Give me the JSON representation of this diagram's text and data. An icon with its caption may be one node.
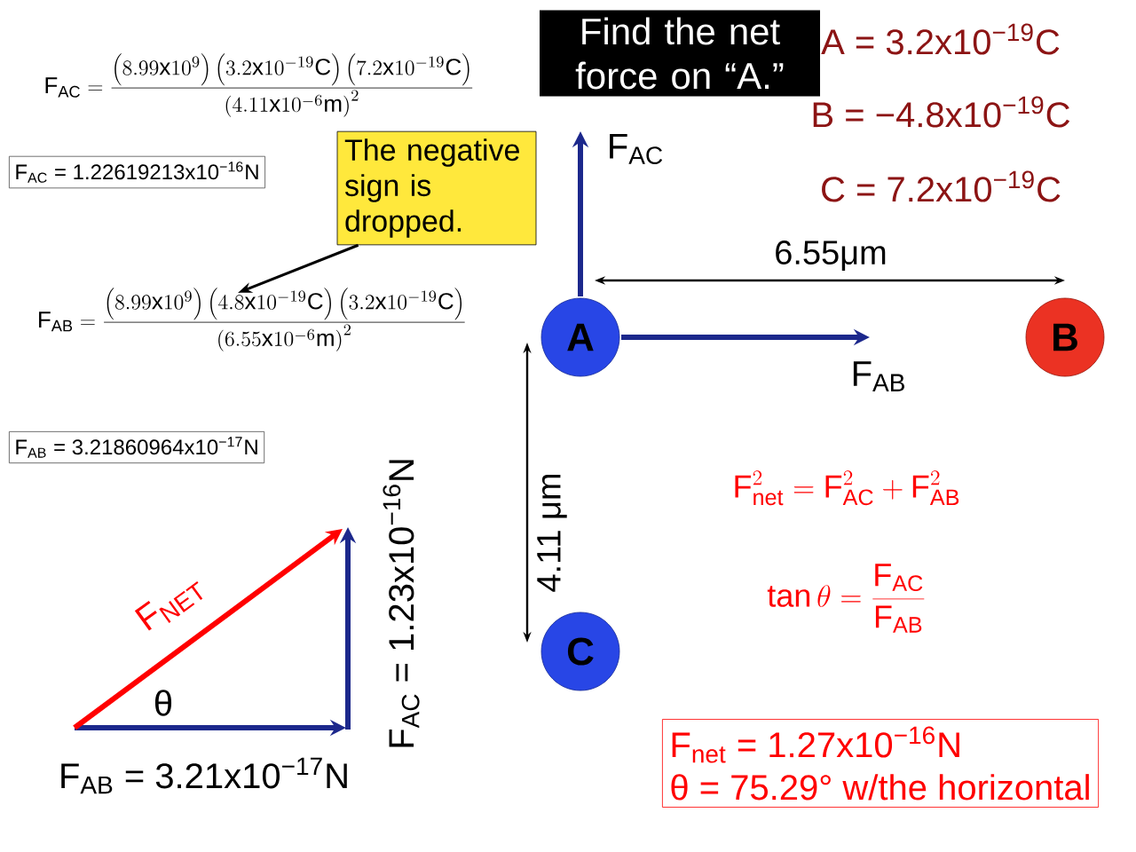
{
  "diagram": {
    "nodes": [
      {
        "text": [
          "Find the net force on “A.”"
        ]
      },
      {
        "text": [
          "A"
        ]
      },
      {
        "text": [
          "B"
        ]
      },
      {
        "text": [
          "C"
        ]
      },
      {
        "text": [
          "The negative sign is dropped."
        ]
      },
      {
        "text": [
          "\\mathrm{F}_{\\mathrm{AB}}=\\frac{\\left(8.99\\mathrm{x}10^{9}\\right)\\left(4.8\\mathrm{x}10^{-19}\\mathrm{C}\\right)\\left(3.2\\mathrm{x}10^{-19}\\mathrm{C}\\right)}{\\left(6.55\\mathrm{x}10^{-6}\\mathrm{m}\\right)^{2}}"
        ]
      },
      {
        "text": [
          "F$_{AC}$ = 1.22619213x10$^{−16}$N"
        ]
      },
      {
        "text": [
          "F$_{AB}$ = 3.21860964x10$^{−17}$N"
        ]
      },
      {
        "text": [
          "F$_{net}$ = 1.27x10$^{−16}$N",
          "θ = 75.29° w/the horizontal"
        ]
      }
    ],
    "edges": [
      {
        "from": 4,
        "to": 5,
        "arrow": "to"
      }
    ],
    "labels": [
      "\\mathrm{F}_{\\mathrm{AC}}=\\frac{\\left(8.99\\mathrm{x}10^{9}\\right)\\left(3.2\\mathrm{x}10^{-19}\\mathrm{C}\\right)\\left(7.2\\mathrm{x}10^{-19}\\mathrm{C}\\right)}{\\left(4.11\\mathrm{x}10^{-6}\\mathrm{m}\\right)^{2}}",
      "A = 3.2x10$^{−19}$C",
      "B = −4.8x10$^{−19}$C",
      "C = 7.2x10$^{−19}$C",
      "F$_{AC}$",
      "6.55μm",
      "F$_{AB}$",
      "4.11 μm",
      "\\mathrm{F}_{\\mathrm{net}}^{2}=\\mathrm{F}_{\\mathrm{AC}}^{2}+\\mathrm{F}_{\\mathrm{AB}}^{2}",
      "\\tan\\theta=\\frac{\\mathrm{F}_{\\mathrm{AC}}}{\\mathrm{F}_{\\mathrm{AB}}}",
      "F$_{NET}$",
      "θ",
      "F$_{AC}$ = 1.23x10$^{−16}$N",
      "F$_{AB}$ = 3.21x10$^{−17}$N"
    ]
  }
}
